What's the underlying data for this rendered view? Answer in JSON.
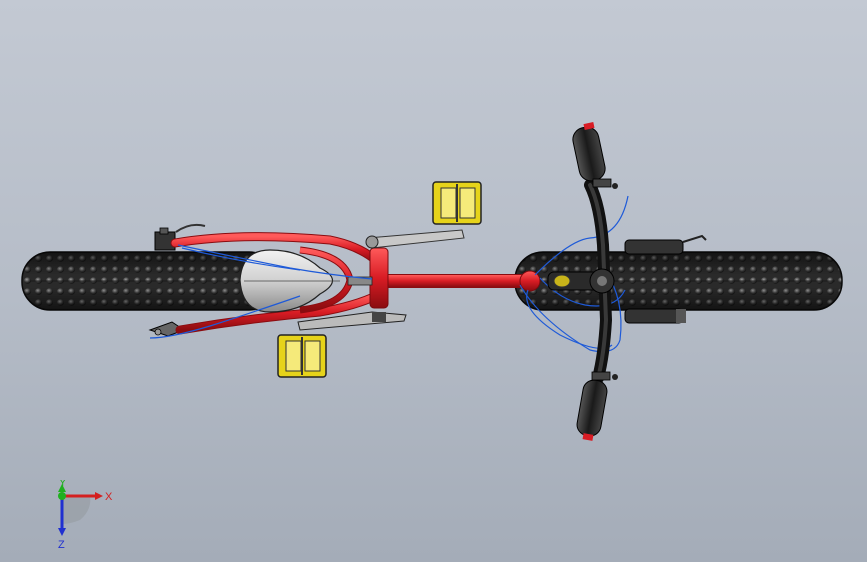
{
  "triad": {
    "x_label": "X",
    "y_label": "Y",
    "z_label": "Z",
    "colors": {
      "x": "#d42020",
      "y": "#20b020",
      "z": "#2030d0"
    }
  },
  "model": {
    "frame_color": "#d81c24",
    "tire_color": "#1a1a1a",
    "pedal_color": "#e6d31a",
    "cable_color": "#1e5ad8",
    "saddle_color": "#d8d8d8",
    "metal_color": "#8a8a8a"
  }
}
